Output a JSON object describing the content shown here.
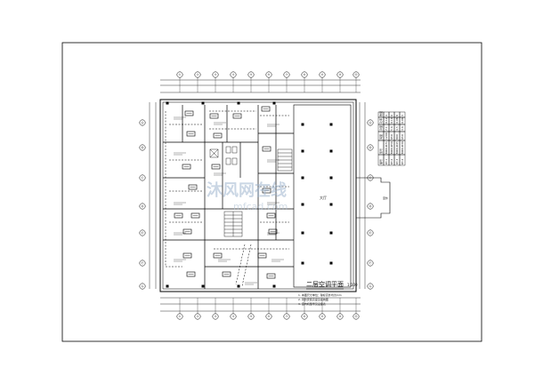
{
  "drawing": {
    "title": "二层空调平面",
    "scale": "1:100",
    "watermark_main": "沐风网在线",
    "watermark_sub": "mfcad.com",
    "annex_label": "室外",
    "hall_label": "大厅",
    "axis_labels_top": [
      "①",
      "②",
      "③",
      "④",
      "⑤",
      "⑥",
      "⑦",
      "⑧",
      "⑨",
      "⑩",
      "⑪"
    ],
    "axis_labels_left": [
      "Ⓐ",
      "Ⓑ",
      "Ⓒ",
      "Ⓓ",
      "Ⓔ",
      "Ⓕ",
      "Ⓖ"
    ],
    "notes": [
      "1. 本图尺寸单位：除标高外均为mm",
      "2. 风管安装高度见系统图",
      "3. 室内机型号见设备表"
    ]
  },
  "equipment_table": {
    "rows": [
      [
        "编号",
        "型号",
        "风量",
        "冷量",
        "功率",
        "数量"
      ],
      [
        "KT-1",
        "MDV-D71",
        "1200",
        "7.1",
        "0.12",
        "4"
      ],
      [
        "KT-2",
        "MDV-D56",
        "950",
        "5.6",
        "0.10",
        "6"
      ],
      [
        "KT-3",
        "MDV-D45",
        "800",
        "4.5",
        "0.08",
        "8"
      ],
      [
        "KT-4",
        "MDV-D36",
        "650",
        "3.6",
        "0.06",
        "3"
      ]
    ]
  },
  "colors": {
    "line": "#000000",
    "watermark": "#9fb6cf"
  }
}
